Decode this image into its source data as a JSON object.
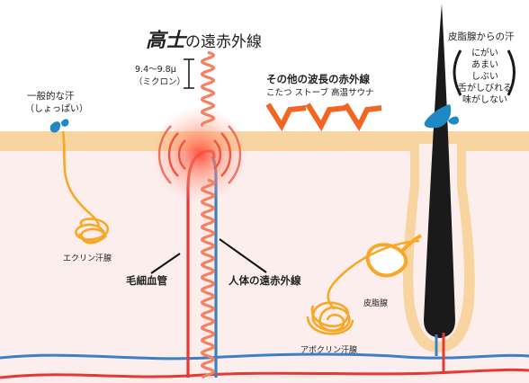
{
  "title": {
    "brand": "高士",
    "suffix": "の遠赤外線"
  },
  "wavelength": {
    "range": "9.4〜9.8μ",
    "unit": "（ミクロン）"
  },
  "sweat": {
    "line1": "一般的な汗",
    "line2": "（しょっぱい）"
  },
  "other_ir": {
    "title": "その他の波長の赤外線",
    "sources": "こたつ ストーブ 高温サウナ"
  },
  "sebum_sweat": {
    "title": "皮脂腺からの汗",
    "traits": [
      "にがい",
      "あまい",
      "しぶい",
      "舌がしびれる",
      "味がしない"
    ]
  },
  "labels": {
    "eccrine": "エクリン汗腺",
    "capillary": "毛細血管",
    "body_ir": "人体の遠赤外線",
    "sebaceous": "皮脂腺",
    "apocrine": "アポクリン汗腺"
  },
  "colors": {
    "skin_surface": "#f8d4a0",
    "dermis": "#fdeeee",
    "sweat_gland": "#f9a825",
    "capillary_red": "#e53935",
    "capillary_blue": "#3b7fc4",
    "infrared_wave": "#f48262",
    "other_ir": "#f26522",
    "droplet": "#1e88c7",
    "hair": "#1a1a1a"
  }
}
